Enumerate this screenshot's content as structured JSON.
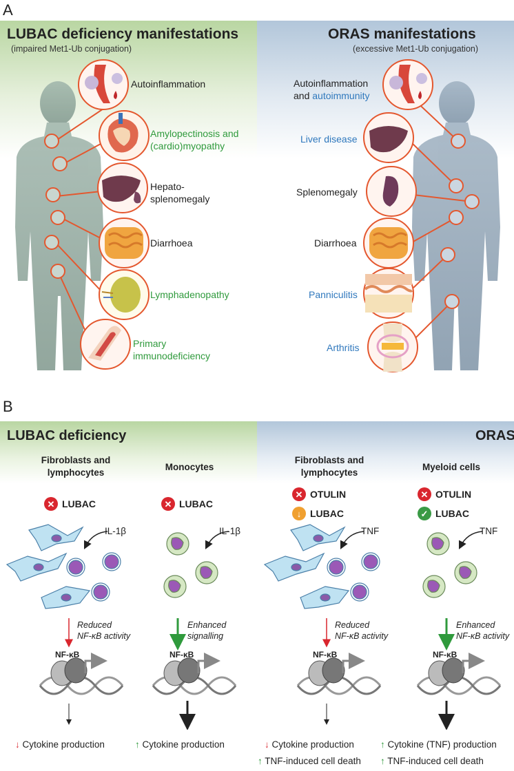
{
  "panel_a": {
    "letter": "A",
    "left": {
      "title": "LUBAC deficiency manifestations",
      "subtitle": "(impaired Met1-Ub conjugation)",
      "items": [
        {
          "label": "Autoinflammation",
          "color": "#222222"
        },
        {
          "label": "Amylopectinosis and\n(cardio)myopathy",
          "color": "#2f9a3c"
        },
        {
          "label": "Hepato-\nsplenomegaly",
          "color": "#222222"
        },
        {
          "label": "Diarrhoea",
          "color": "#222222"
        },
        {
          "label": "Lymphadenopathy",
          "color": "#2f9a3c"
        },
        {
          "label": "Primary\nimmunodeficiency",
          "color": "#2f9a3c"
        }
      ]
    },
    "right": {
      "title": "ORAS manifestations",
      "subtitle": "(excessive Met1-Ub conjugation)",
      "items": [
        {
          "label_line1": "Autoinflammation",
          "label_line2a": "and ",
          "label_line2b": "autoimmunity"
        },
        {
          "label": "Liver disease",
          "color": "#2f78bd"
        },
        {
          "label": "Splenomegaly",
          "color": "#222222"
        },
        {
          "label": "Diarrhoea",
          "color": "#222222"
        },
        {
          "label": "Panniculitis",
          "color": "#2f78bd"
        },
        {
          "label": "Arthritis",
          "color": "#2f78bd"
        }
      ]
    }
  },
  "panel_b": {
    "letter": "B",
    "left_title": "LUBAC deficiency",
    "right_title": "ORAS",
    "columns": [
      {
        "header": "Fibroblasts and\nlymphocytes",
        "status": [
          {
            "icon": "x",
            "text": "LUBAC"
          }
        ],
        "stimulus": "IL-1β",
        "effect": "Reduced\nNF-κB activity",
        "effect_arrow": "down-red",
        "nfkb": "NF-κB",
        "outputs": [
          {
            "arrow": "down",
            "text": "Cytokine production"
          }
        ]
      },
      {
        "header": "Monocytes",
        "status": [
          {
            "icon": "x",
            "text": "LUBAC"
          }
        ],
        "stimulus": "IL-1β",
        "effect": "Enhanced\nsignalling",
        "effect_arrow": "down-green",
        "nfkb": "NF-κB",
        "outputs": [
          {
            "arrow": "up",
            "text": "Cytokine production"
          }
        ]
      },
      {
        "header": "Fibroblasts and\nlymphocytes",
        "status": [
          {
            "icon": "x",
            "text": "OTULIN"
          },
          {
            "icon": "down",
            "text": "LUBAC"
          }
        ],
        "stimulus": "TNF",
        "effect": "Reduced\nNF-κB activity",
        "effect_arrow": "down-red",
        "nfkb": "NF-κB",
        "outputs": [
          {
            "arrow": "down",
            "text": "Cytokine production"
          },
          {
            "arrow": "up",
            "text": "TNF-induced cell death"
          }
        ]
      },
      {
        "header": "Myeloid cells",
        "status": [
          {
            "icon": "x",
            "text": "OTULIN"
          },
          {
            "icon": "ok",
            "text": "LUBAC"
          }
        ],
        "stimulus": "TNF",
        "effect": "Enhanced\nNF-κB activity",
        "effect_arrow": "down-green",
        "nfkb": "NF-κB",
        "outputs": [
          {
            "arrow": "up",
            "text": "Cytokine (TNF) production"
          },
          {
            "arrow": "up",
            "text": "TNF-induced cell death"
          }
        ]
      }
    ]
  },
  "colors": {
    "green_band": "#c9dfb8",
    "blue_band": "#c4d4e3",
    "accent_red": "#e4572e",
    "green_text": "#2f9a3c",
    "blue_text": "#2f78bd"
  }
}
